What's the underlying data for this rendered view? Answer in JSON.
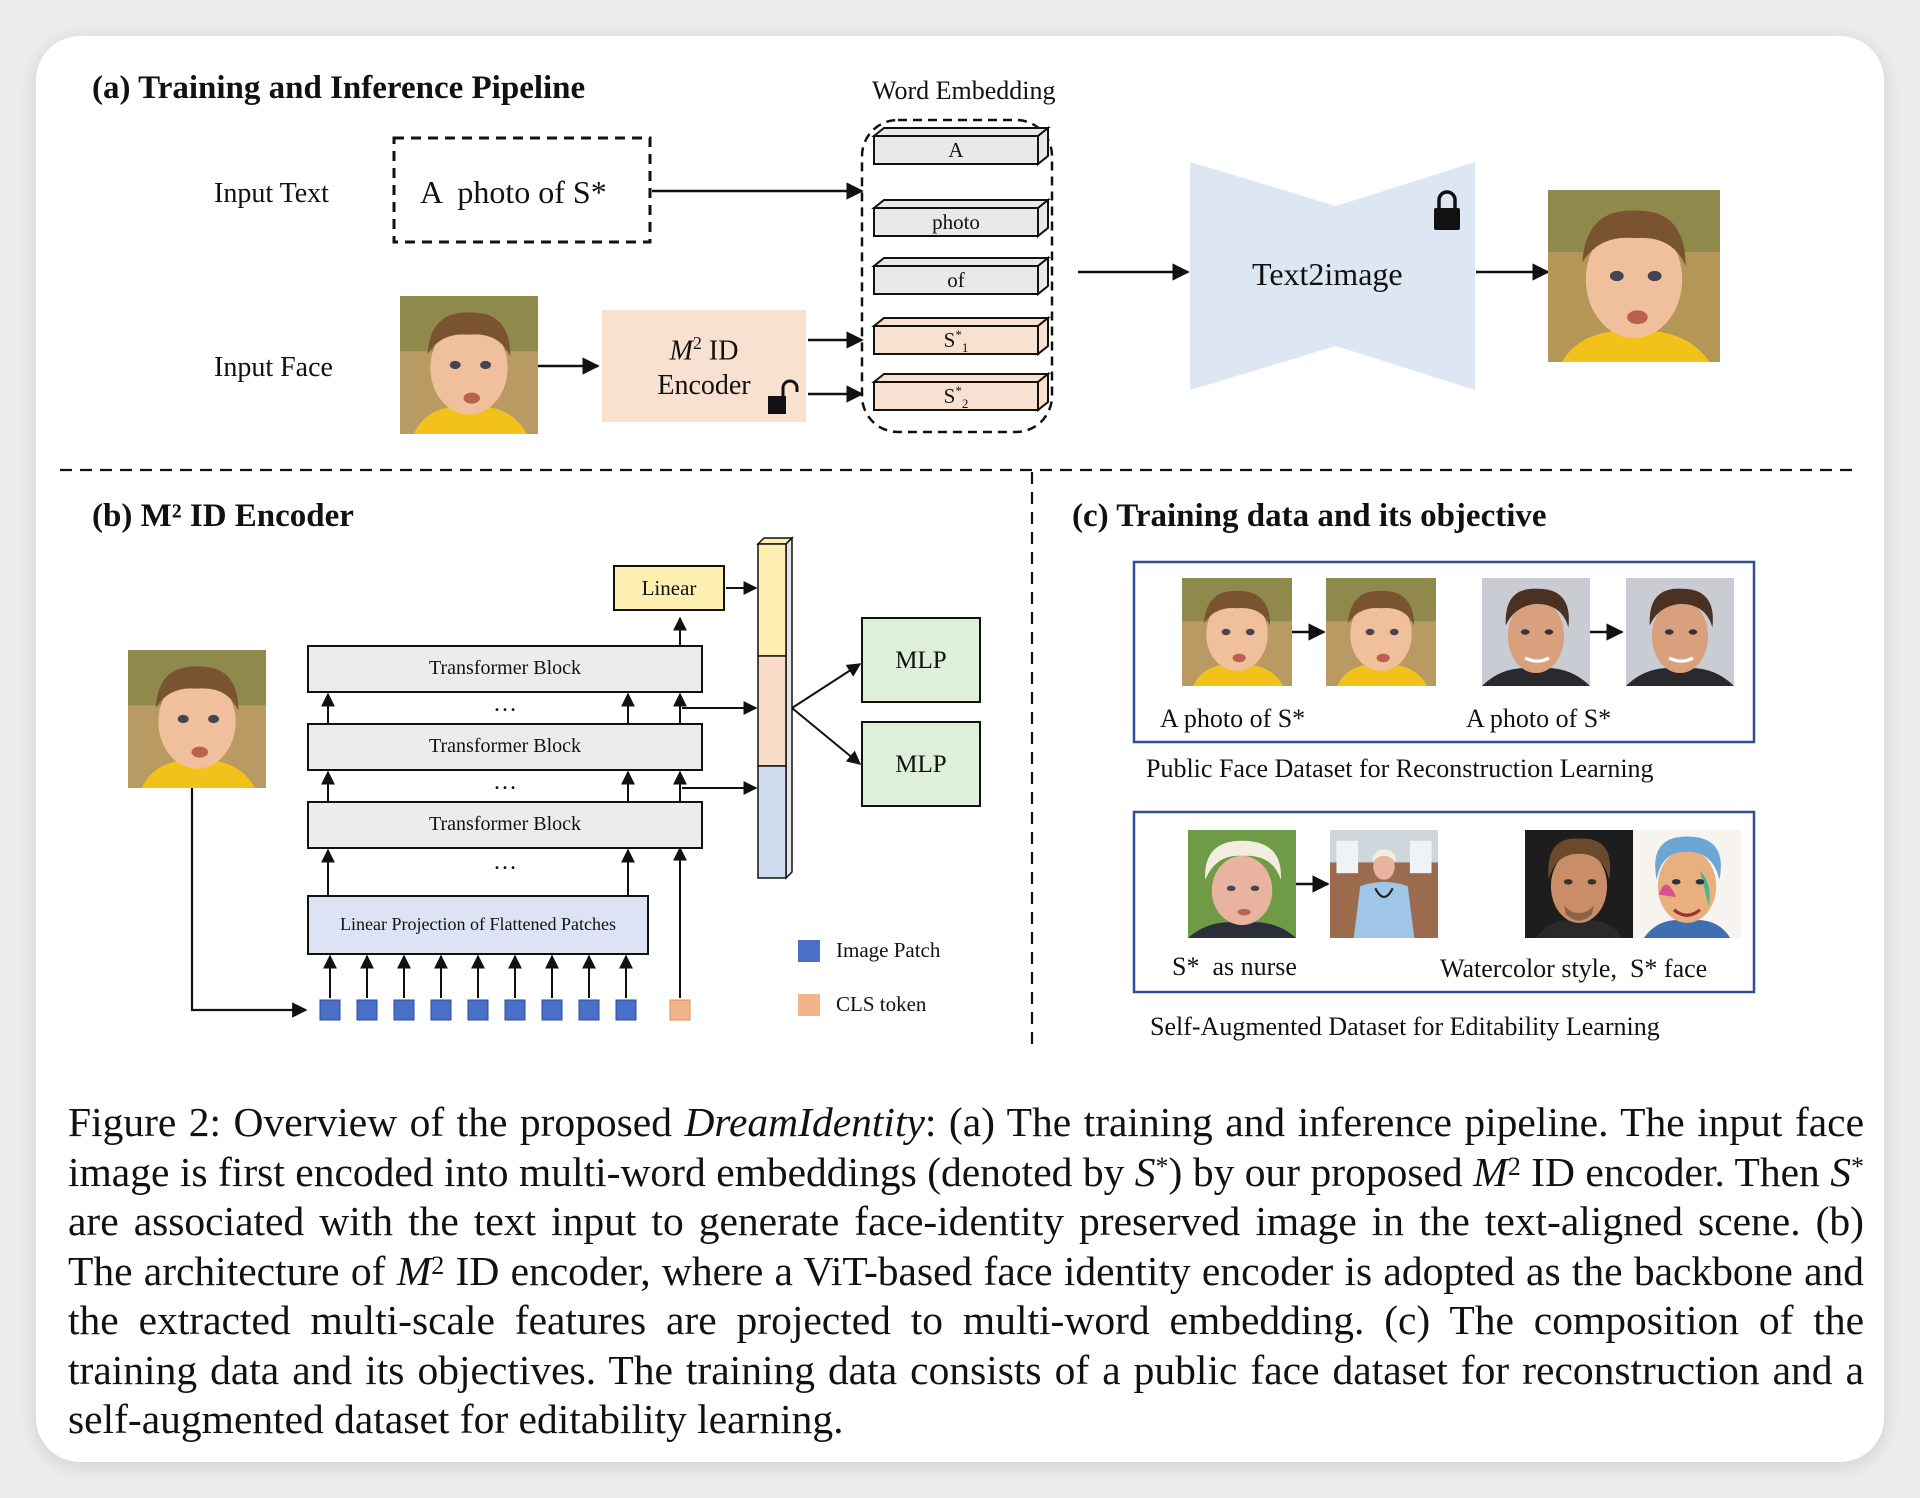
{
  "section_a": {
    "title": "(a) Training and Inference Pipeline",
    "word_embedding_label": "Word Embedding",
    "input_text_label": "Input Text",
    "input_face_label": "Input Face",
    "prompt_text": "A  photo of S*",
    "encoder_label_line1": "ID",
    "encoder_label_m": "M",
    "encoder_label_sup": "2",
    "encoder_label_line2": "Encoder",
    "tokens": [
      "A",
      "photo",
      "of"
    ],
    "s1_base": "S",
    "s1_sup": "*",
    "s1_sub": "1",
    "s2_base": "S",
    "s2_sup": "*",
    "s2_sub": "2",
    "text2image_label": "Text2image"
  },
  "section_b": {
    "title": "(b) M² ID Encoder",
    "linear_label": "Linear",
    "transformer_block_labels": [
      "Transformer Block",
      "Transformer Block",
      "Transformer Block"
    ],
    "projection_label": "Linear Projection of Flattened Patches",
    "mlp_labels": [
      "MLP",
      "MLP"
    ],
    "ellipsis": "…",
    "legend": [
      {
        "label": "Image Patch",
        "color": "#4a6fc9"
      },
      {
        "label": "CLS token",
        "color": "#f3b48a"
      }
    ]
  },
  "section_c": {
    "title": "(c) Training data and its objective",
    "recon_captions": [
      "A photo of S*",
      "A photo of S*"
    ],
    "recon_dataset_label": "Public Face Dataset for Reconstruction Learning",
    "edit_captions": [
      "S*  as nurse",
      "Watercolor style,  S* face"
    ],
    "edit_dataset_label": "Self-Augmented Dataset for Editability Learning"
  },
  "caption": {
    "p1": "Figure 2: Overview of the proposed ",
    "p1_italic": "DreamIdentity",
    "p2": ": (a) The training and inference pipeline. The input face image is first encoded into multi-word embeddings (denoted by ",
    "s_star": "S",
    "star": "*",
    "p3": ") by our proposed ",
    "m": "M",
    "two": "2",
    "p4": " ID encoder. Then ",
    "p5": " are associated with the text input to generate face-identity preserved image in the text-aligned scene. (b) The architecture of ",
    "p6": " ID encoder, where a ViT-based face identity encoder is adopted as the backbone and the extracted multi-scale features are projected to multi-word embedding. (c) The composition of the training data and its objectives. The training data consists of a public face dataset for reconstruction and a self-augmented dataset for editability learning."
  },
  "colors": {
    "encoder_fill": "#f9e1d1",
    "token_fill": "#e9e9e9",
    "s_token_fill": "#f9e1d1",
    "text2image_fill": "#dce7f3",
    "transformer_fill": "#ececec",
    "projection_fill": "#dde3f4",
    "mlp_fill": "#dff0da",
    "panel_border": "#2d4f9e",
    "vec_yellow": "#fdeeb1",
    "vec_peach": "#f8dcc8",
    "vec_blue": "#cfdcee"
  },
  "icons": [
    "lock-icon",
    "unlock-icon",
    "child-face-photo",
    "man-face-photo",
    "boris-face-photo",
    "nurse-photo",
    "pitt-face-photo",
    "watercolor-face-photo"
  ]
}
